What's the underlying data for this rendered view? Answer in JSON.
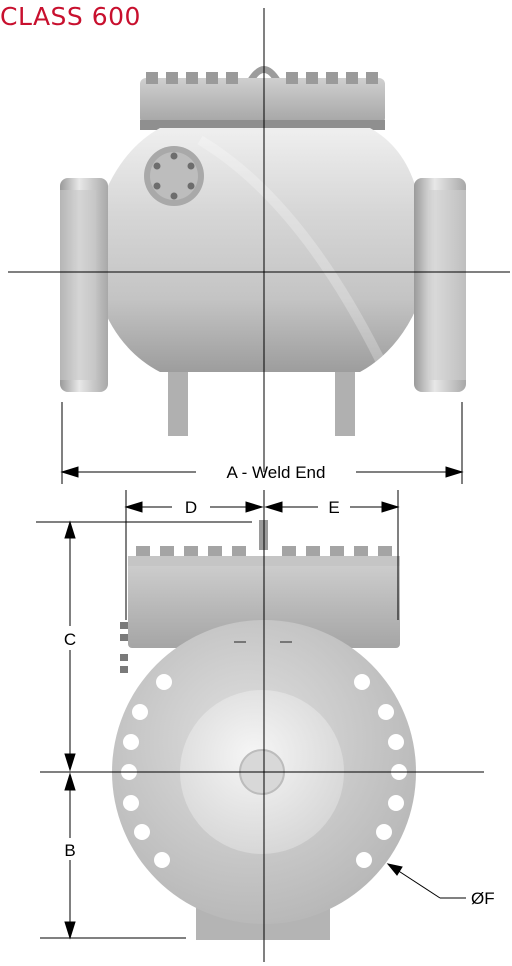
{
  "header": {
    "title": "CLASS 600"
  },
  "dimensions": {
    "a_label": "A - Weld End",
    "b_label": "B",
    "c_label": "C",
    "d_label": "D",
    "e_label": "E",
    "f_label": "ØF"
  },
  "colors": {
    "title": "#c8102e",
    "metal_light": "#dcdcdc",
    "metal_mid": "#b9b9b9",
    "metal_dark": "#8e8e8e",
    "line": "#000000"
  }
}
